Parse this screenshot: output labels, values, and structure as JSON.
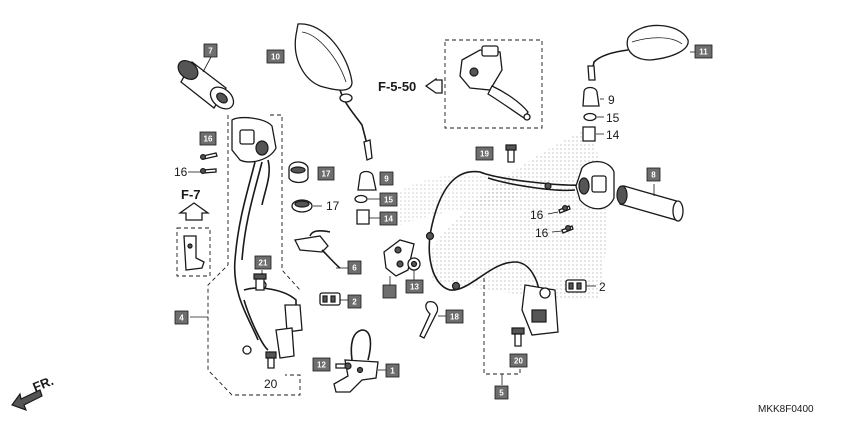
{
  "callouts": {
    "c1": "1",
    "c2a": "2",
    "c2b": "2",
    "c4": "4",
    "c5": "5",
    "c6": "6",
    "c7": "7",
    "c8": "8",
    "c9a": "9",
    "c9b": "9",
    "c10": "10",
    "c11": "11",
    "c12": "12",
    "c13": "13",
    "c14a": "14",
    "c14b": "14",
    "c15a": "15",
    "c15b": "15",
    "c16a": "16",
    "c16b": "16",
    "c16c": "16",
    "c16d": "16",
    "c17a": "17",
    "c17b": "17",
    "c18": "18",
    "c19": "19",
    "c20a": "20",
    "c20b": "20",
    "c21": "21"
  },
  "refs": {
    "master_cylinder": "F-5-50",
    "wire_harness": "F-7"
  },
  "front_indicator": "FR.",
  "diagram_code": "MKK8F0400",
  "colors": {
    "tag_fill": "#6e6e6e",
    "ink": "#1a1a1a",
    "hatch": "#8a8a8a"
  }
}
